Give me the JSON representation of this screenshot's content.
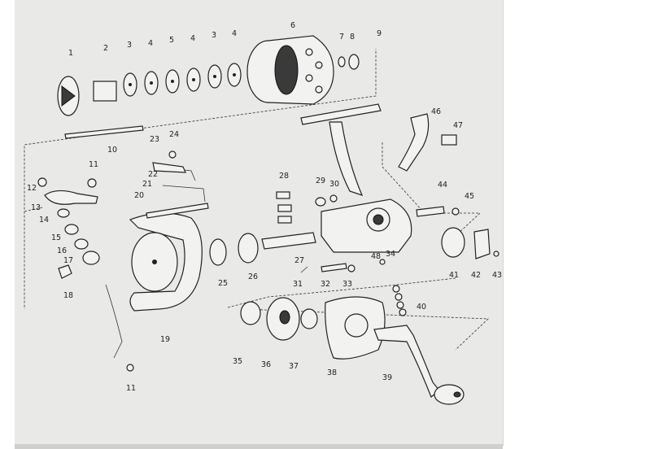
{
  "diagram": {
    "labels": [
      "1",
      "2",
      "3",
      "4",
      "5",
      "4",
      "3",
      "4",
      "6",
      "7",
      "8",
      "9",
      "10",
      "11",
      "12",
      "13",
      "14",
      "15",
      "16",
      "17",
      "18",
      "19",
      "20",
      "21",
      "22",
      "23",
      "24",
      "25",
      "26",
      "27",
      "28",
      "29",
      "30",
      "31",
      "32",
      "33",
      "34",
      "35",
      "36",
      "37",
      "38",
      "39",
      "40",
      "41",
      "42",
      "43",
      "44",
      "45",
      "46",
      "47",
      "48",
      "11"
    ]
  }
}
